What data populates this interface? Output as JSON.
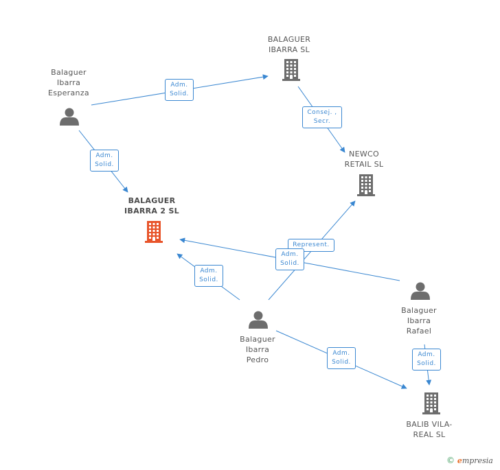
{
  "nodes": [
    {
      "id": "balaguer-ibarra-sl",
      "kind": "company",
      "label": "BALAGUER\nIBARRA SL"
    },
    {
      "id": "newco-retail-sl",
      "kind": "company",
      "label": "NEWCO\nRETAIL SL"
    },
    {
      "id": "balaguer-ibarra-2-sl",
      "kind": "company",
      "label": "BALAGUER\nIBARRA 2  SL",
      "focus": true
    },
    {
      "id": "balib-vila-real-sl",
      "kind": "company",
      "label": "BALIB VILA-\nREAL  SL"
    },
    {
      "id": "esperanza",
      "kind": "person",
      "label": "Balaguer\nIbarra\nEsperanza"
    },
    {
      "id": "pedro",
      "kind": "person",
      "label": "Balaguer\nIbarra\nPedro"
    },
    {
      "id": "rafael",
      "kind": "person",
      "label": "Balaguer\nIbarra\nRafael"
    }
  ],
  "edges": [
    {
      "id": "esperanza-to-bisl",
      "label": "Adm.\nSolid."
    },
    {
      "id": "esperanza-to-bi2",
      "label": "Adm.\nSolid."
    },
    {
      "id": "bisl-to-newco",
      "label": "Consej. ,\nSecr."
    },
    {
      "id": "pedro-to-newco",
      "label": "Represent."
    },
    {
      "id": "rafael-to-bi2",
      "label": "Adm.\nSolid."
    },
    {
      "id": "pedro-to-bi2",
      "label": "Adm.\nSolid."
    },
    {
      "id": "pedro-to-balib",
      "label": "Adm.\nSolid."
    },
    {
      "id": "rafael-to-balib",
      "label": "Adm.\nSolid."
    }
  ],
  "colors": {
    "edge": "#3a87d1",
    "company_icon": "#6d6d6d",
    "focus_icon": "#e8542a",
    "person_icon": "#6d6d6d"
  },
  "footer": {
    "copyright_symbol": "©",
    "brand_initial": "e",
    "brand_rest": "mpresia"
  }
}
